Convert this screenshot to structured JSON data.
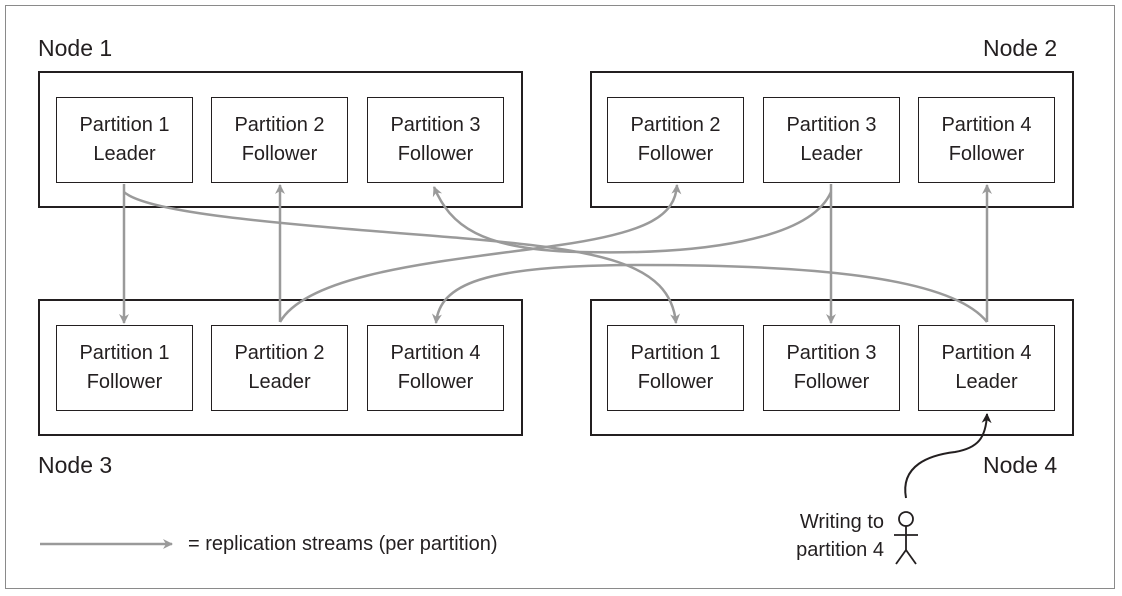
{
  "nodes": [
    {
      "label": "Node 1",
      "partitions": [
        {
          "name": "Partition 1",
          "role": "Leader"
        },
        {
          "name": "Partition 2",
          "role": "Follower"
        },
        {
          "name": "Partition 3",
          "role": "Follower"
        }
      ]
    },
    {
      "label": "Node 2",
      "partitions": [
        {
          "name": "Partition 2",
          "role": "Follower"
        },
        {
          "name": "Partition 3",
          "role": "Leader"
        },
        {
          "name": "Partition 4",
          "role": "Follower"
        }
      ]
    },
    {
      "label": "Node 3",
      "partitions": [
        {
          "name": "Partition 1",
          "role": "Follower"
        },
        {
          "name": "Partition 2",
          "role": "Leader"
        },
        {
          "name": "Partition 4",
          "role": "Follower"
        }
      ]
    },
    {
      "label": "Node 4",
      "partitions": [
        {
          "name": "Partition 1",
          "role": "Follower"
        },
        {
          "name": "Partition 3",
          "role": "Follower"
        },
        {
          "name": "Partition 4",
          "role": "Leader"
        }
      ]
    }
  ],
  "legend": {
    "text": "= replication streams (per partition)"
  },
  "writer": {
    "line1": "Writing to",
    "line2": "partition 4"
  },
  "colors": {
    "arrow": "#9a9a9a",
    "ink": "#231f20",
    "frame": "#8a8a8a"
  }
}
